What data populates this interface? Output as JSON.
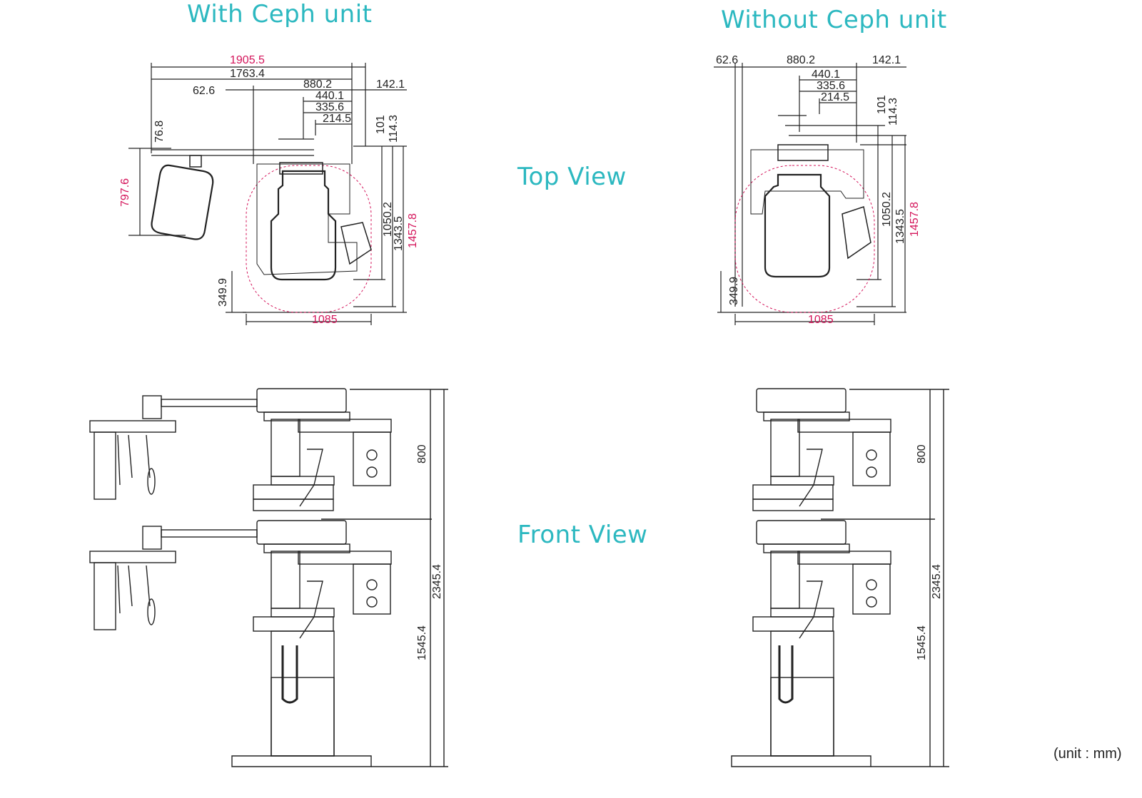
{
  "titles": {
    "with_ceph": "With Ceph unit",
    "without_ceph": "Without Ceph unit",
    "top_view": "Top View",
    "front_view": "Front View"
  },
  "unit_note": "(unit : mm)",
  "colors": {
    "accent": "#2cb8c0",
    "highlight_dim": "#d4145a",
    "line": "#222222",
    "footprint": "#d4145a"
  },
  "with_ceph_top": {
    "overall_width": "1905.5",
    "w1763": "1763.4",
    "w62": "62.6",
    "w880": "880.2",
    "w142": "142.1",
    "w440": "440.1",
    "w335": "335.6",
    "w214": "214.5",
    "h101": "101",
    "h114": "114.3",
    "h76": "76.8",
    "h797": "797.6",
    "h1050": "1050.2",
    "h1343": "1343.5",
    "h1457": "1457.8",
    "h349": "349.9",
    "w1085": "1085"
  },
  "without_ceph_top": {
    "w62": "62.6",
    "w880": "880.2",
    "w142": "142.1",
    "w440": "440.1",
    "w335": "335.6",
    "w214": "214.5",
    "h101": "101",
    "h114": "114.3",
    "h1050": "1050.2",
    "h1343": "1343.5",
    "h1457": "1457.8",
    "h349": "349.9",
    "w1085": "1085"
  },
  "with_ceph_front": {
    "h800": "800",
    "h2345": "2345.4",
    "h1545": "1545.4"
  },
  "without_ceph_front": {
    "h800": "800",
    "h2345": "2345.4",
    "h1545": "1545.4"
  }
}
